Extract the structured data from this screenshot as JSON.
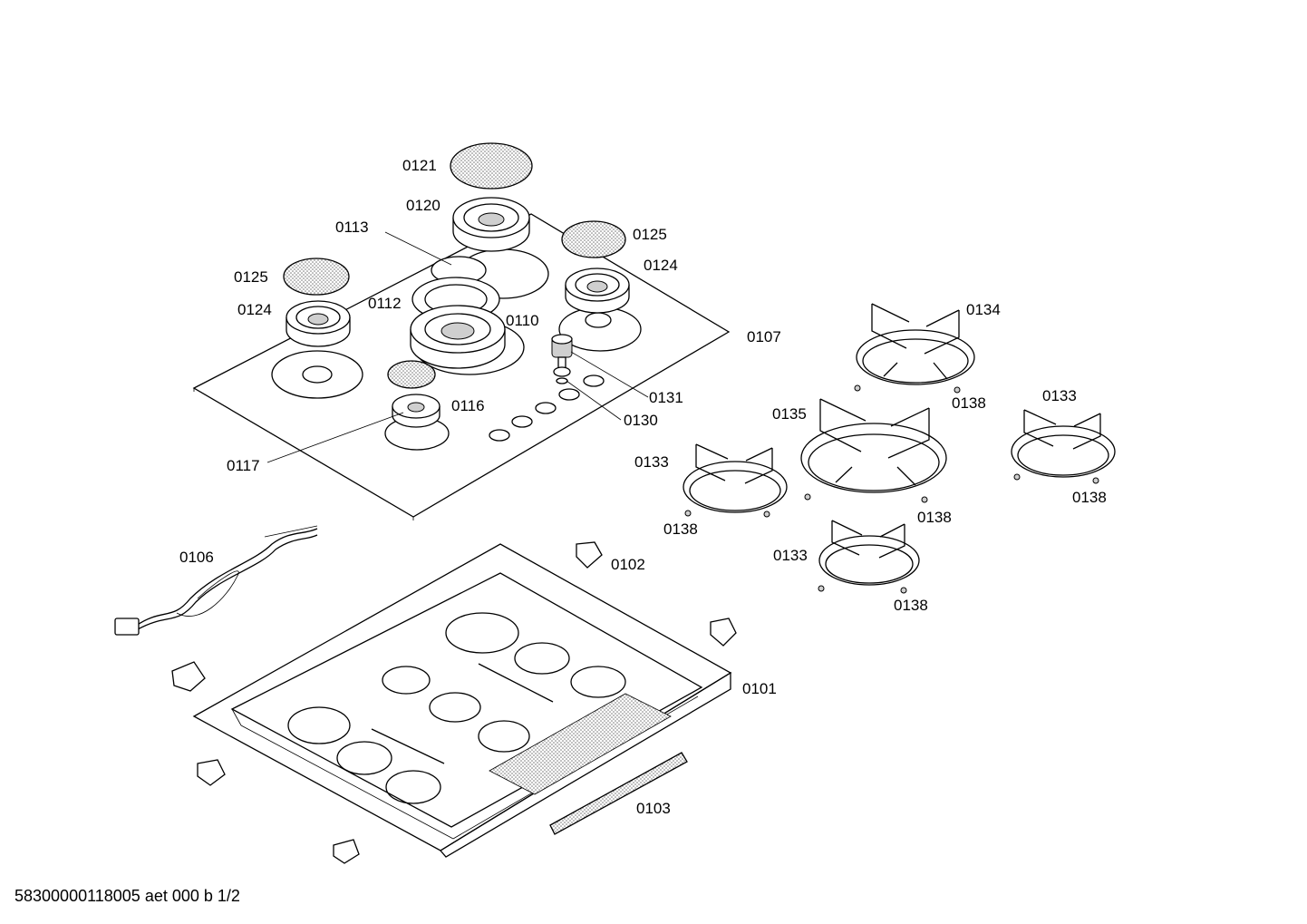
{
  "footer": {
    "code": "58300000118005 aet 000 b 1/2"
  },
  "labels": {
    "p0121": "0121",
    "p0120": "0120",
    "p0113": "0113",
    "p0125a": "0125",
    "p0125b": "0125",
    "p0124a": "0124",
    "p0124b": "0124",
    "p0112": "0112",
    "p0110": "0110",
    "p0107": "0107",
    "p0131": "0131",
    "p0130": "0130",
    "p0116": "0116",
    "p0117": "0117",
    "p0134": "0134",
    "p0135": "0135",
    "p0133a": "0133",
    "p0133b": "0133",
    "p0133c": "0133",
    "p0138a": "0138",
    "p0138b": "0138",
    "p0138c": "0138",
    "p0138d": "0138",
    "p0138e": "0138",
    "p0106": "0106",
    "p0102": "0102",
    "p0101": "0101",
    "p0103": "0103"
  },
  "colors": {
    "line": "#000000",
    "shade": "#cfcfcf",
    "background": "#ffffff"
  }
}
